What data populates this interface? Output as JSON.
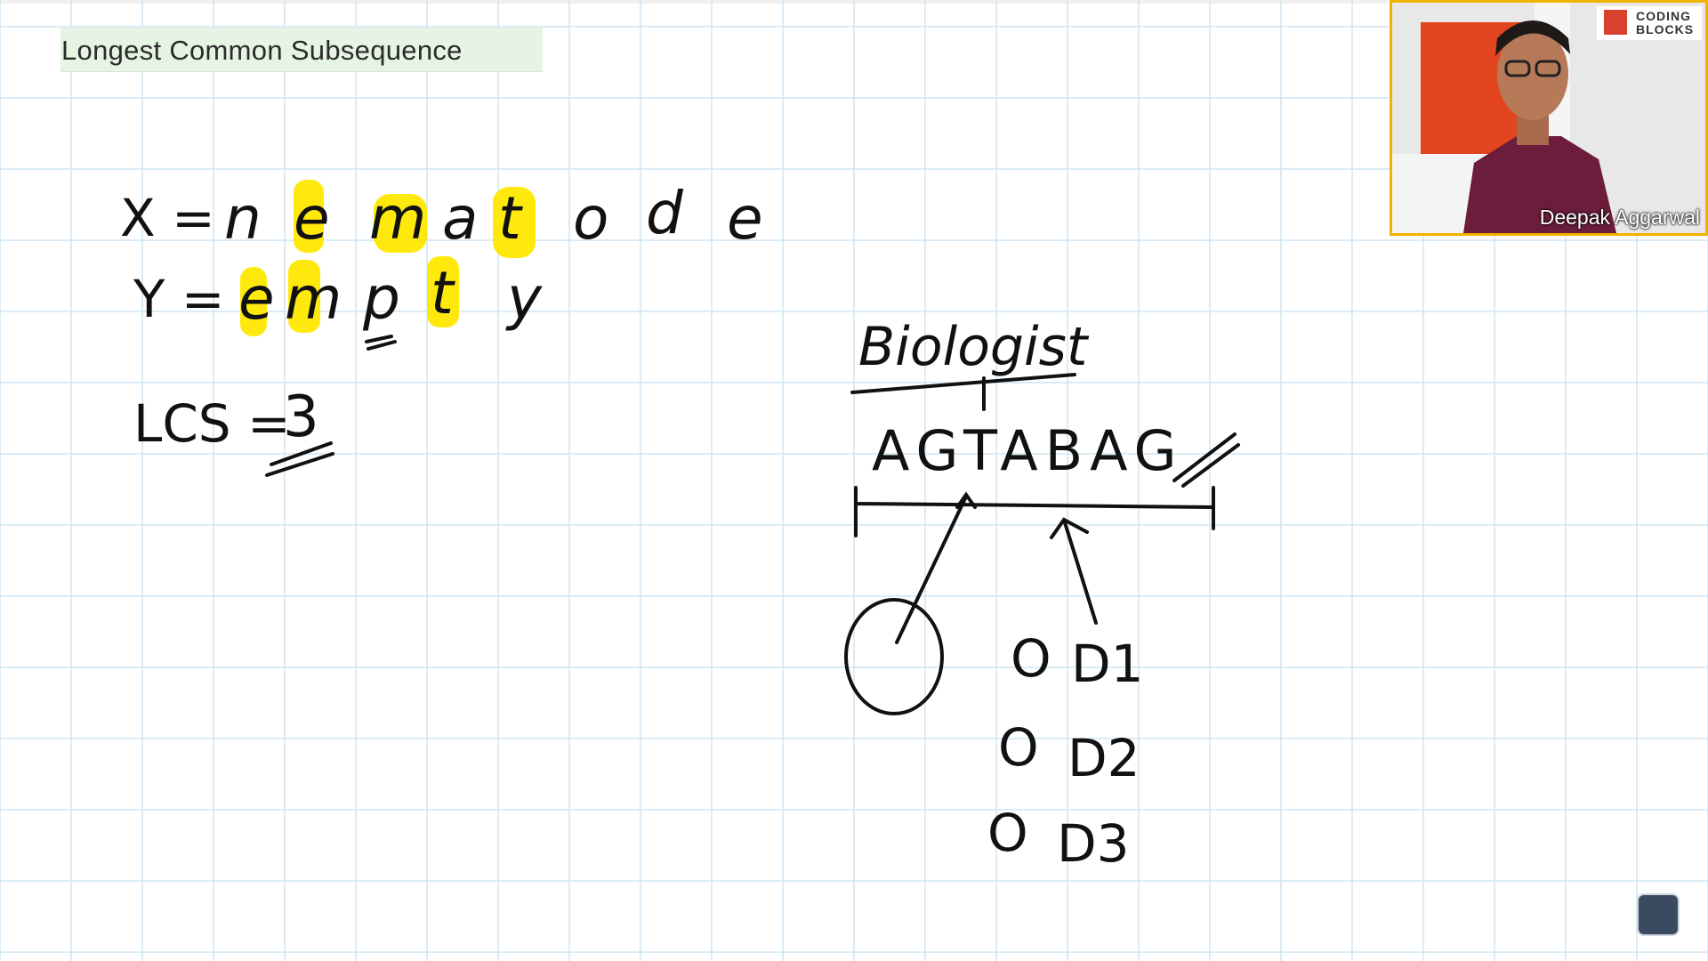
{
  "slide": {
    "title": "Longest Common Subsequence"
  },
  "notes": {
    "x_label": "X =",
    "x_letters": [
      "n",
      "e",
      "m",
      "a",
      "t",
      "o",
      "d",
      "e"
    ],
    "y_label": "Y =",
    "y_letters": [
      "e",
      "m",
      "p",
      "t",
      "y"
    ],
    "lcs_label": "LCS =",
    "lcs_value": "3",
    "biologist_label": "Biologist",
    "dna_sequence": "AGTABAG",
    "rows": [
      {
        "mark": "O",
        "label": "D1"
      },
      {
        "mark": "O",
        "label": "D2"
      },
      {
        "mark": "O",
        "label": "D3"
      }
    ]
  },
  "webcam": {
    "presenter_name": "Deepak Aggarwal",
    "logo_line1": "CODING",
    "logo_line2": "BLOCKS"
  },
  "colors": {
    "highlight": "#ffe800",
    "ink": "#111111",
    "grid": "#cfe6f3",
    "cam_border": "#f2b200"
  }
}
